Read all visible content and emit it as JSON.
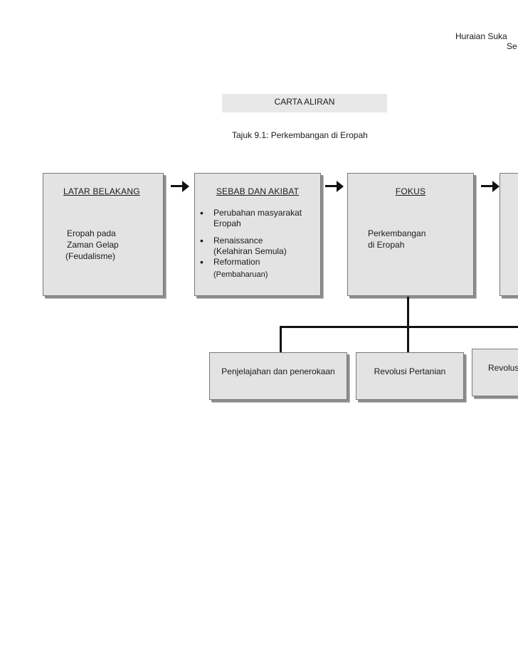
{
  "header_note": {
    "line1": "Huraian Suka",
    "line2": "Se"
  },
  "title": "CARTA ALIRAN",
  "subtitle": "Tajuk 9.1: Perkembangan di Eropah",
  "boxes": {
    "latar": {
      "heading": "LATAR BELAKANG",
      "lines": [
        "Eropah pada",
        "Zaman Gelap",
        "(Feudalisme)"
      ]
    },
    "sebab": {
      "heading": "SEBAB DAN AKIBAT",
      "items": [
        "Perubahan masyarakat",
        "Eropah",
        "Renaissance",
        "(Kelahiran Semula)",
        "Reformation",
        "(Pembaharuan)"
      ]
    },
    "fokus": {
      "heading": "FOKUS",
      "lines": [
        "Perkembangan",
        "di Eropah"
      ]
    }
  },
  "sub_boxes": {
    "penjelajahan": "Penjelajahan dan penerokaan",
    "pertanian": "Revolusi Pertanian",
    "revolusi_cut": "Revolus"
  }
}
